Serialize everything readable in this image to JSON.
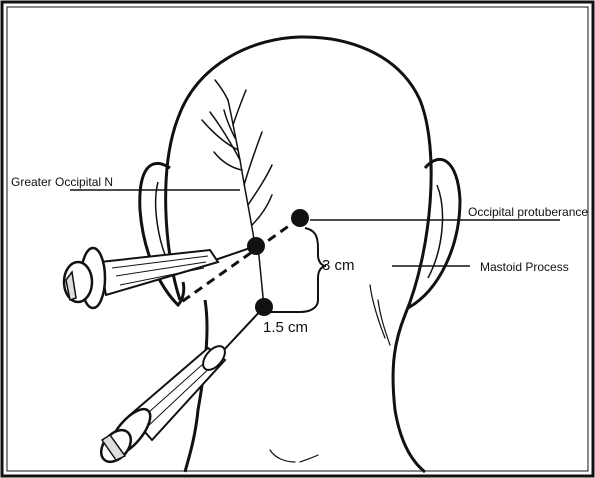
{
  "labels": {
    "greater_occipital_nerve": "Greater Occipital N",
    "occipital_protuberance": "Occipital protuberance",
    "mastoid_process": "Mastoid Process"
  },
  "measurements": {
    "vertical": "3 cm",
    "horizontal": "1.5 cm"
  },
  "colors": {
    "ink": "#111111",
    "background": "#ffffff"
  }
}
